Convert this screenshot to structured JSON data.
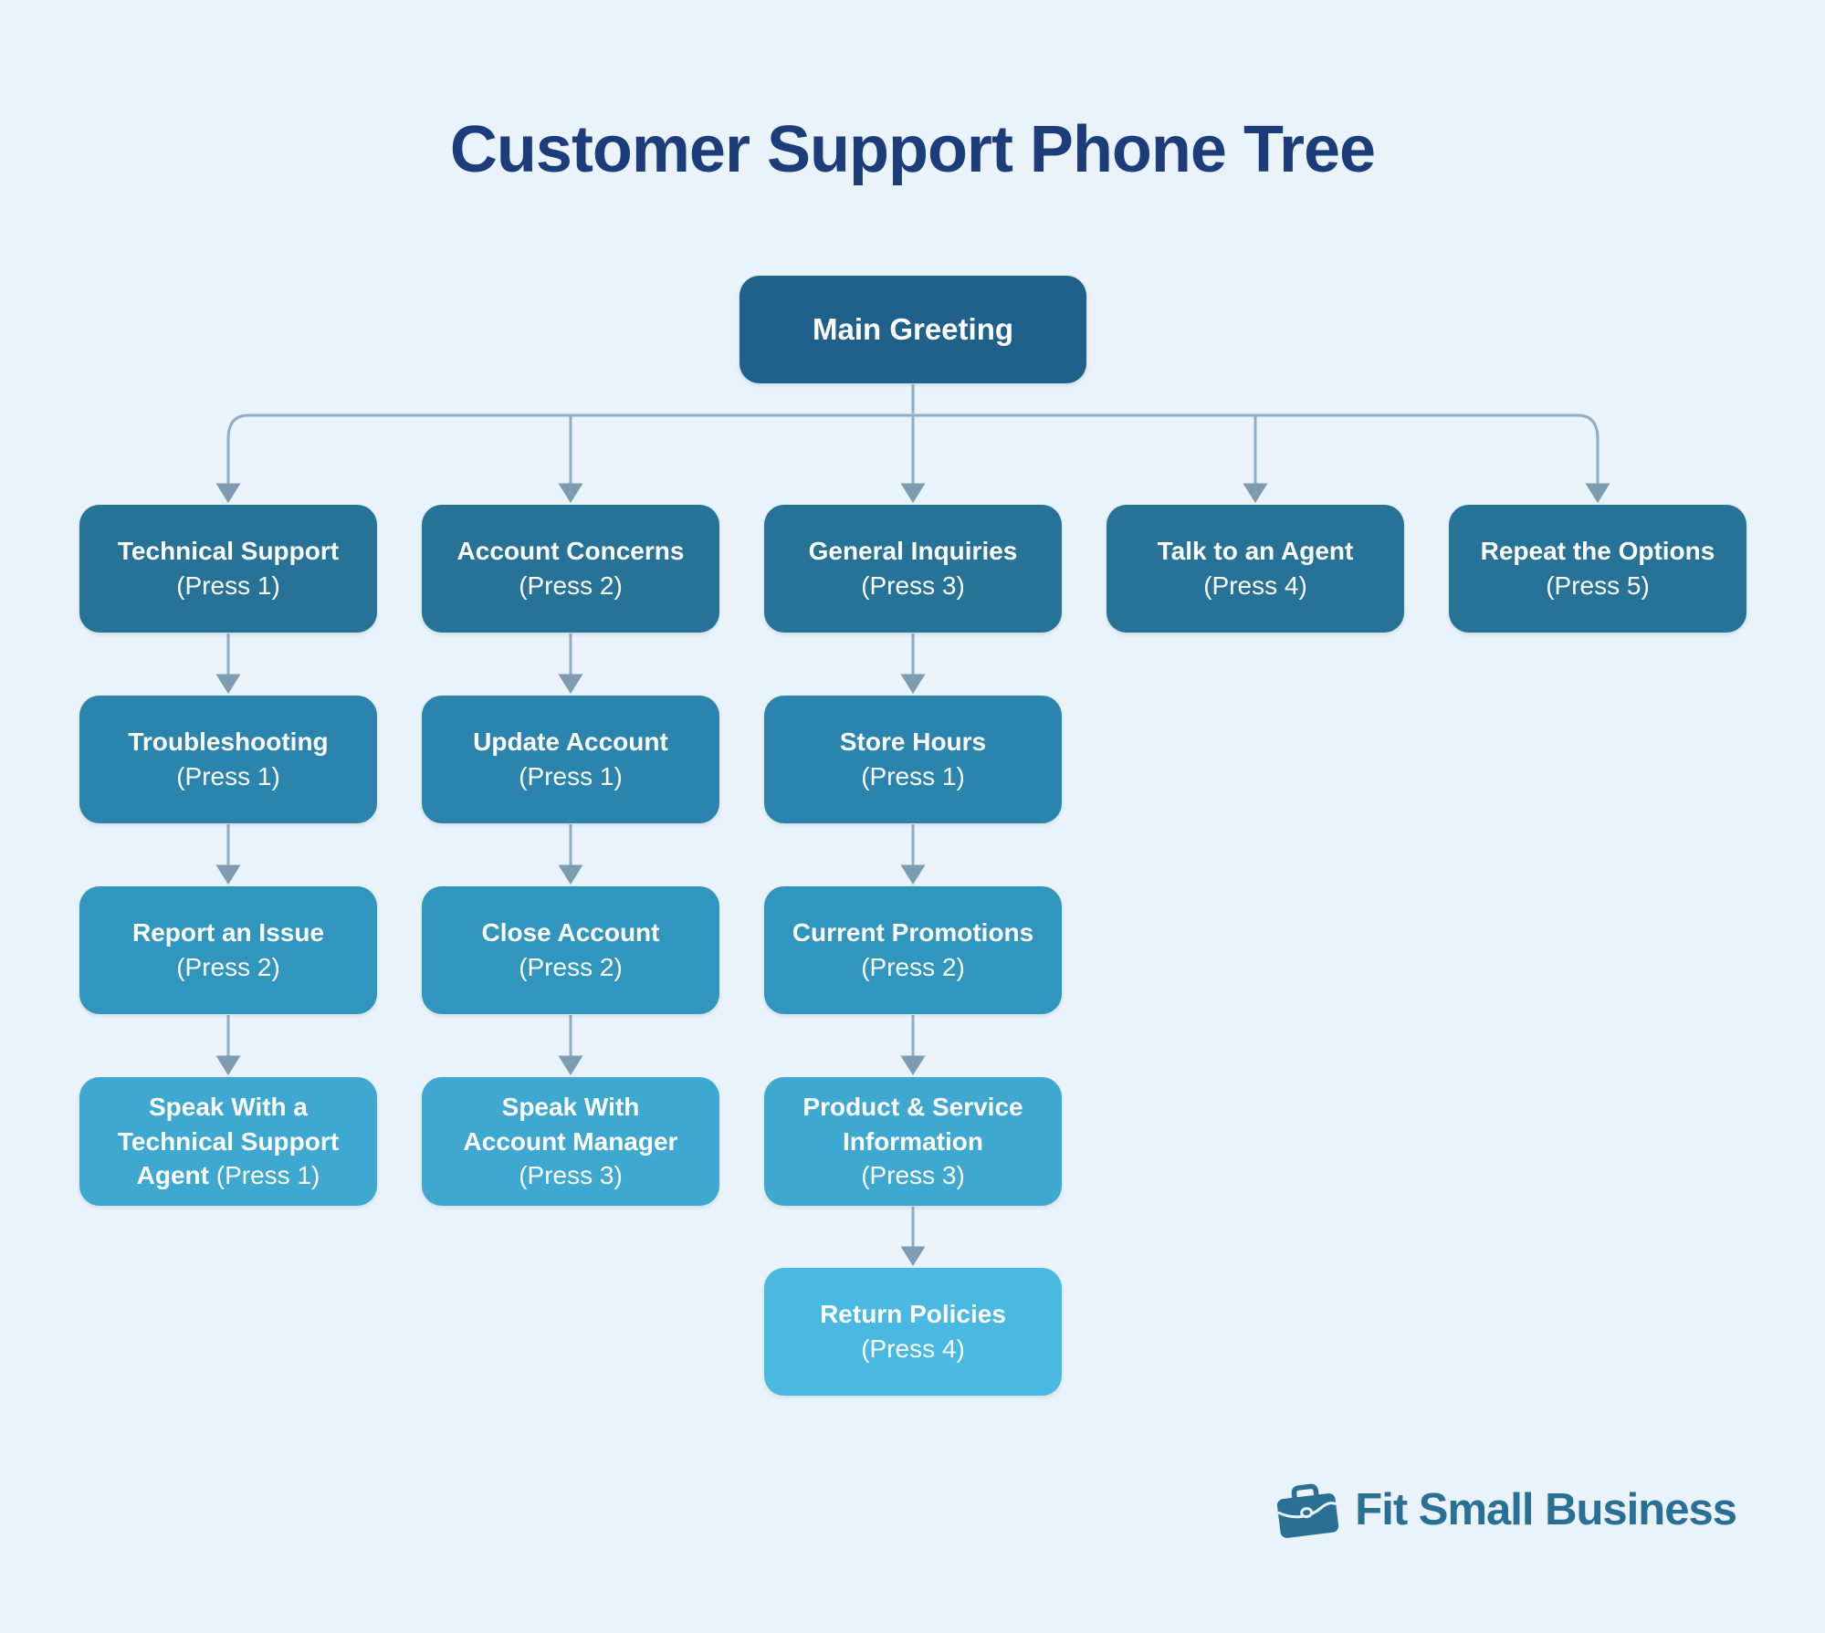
{
  "title": "Customer Support Phone Tree",
  "branding": {
    "name": "Fit Small Business",
    "icon": "briefcase-icon"
  },
  "colors": {
    "background": "#e9f3f9",
    "title_text": "#1c3d7a",
    "node_text": "#ffffff",
    "level_main": "#1f618a",
    "level_1": "#277397",
    "level_2": "#2a84ad",
    "level_3": "#3196bd",
    "level_4": "#3ea8d1",
    "level_5": "#49b9e1",
    "connector_line": "#8fadc4",
    "connector_arrow": "#7d9cb2",
    "brand_text": "#2a7095"
  },
  "nodes": {
    "main_greeting": {
      "label": "Main Greeting"
    },
    "technical_support": {
      "title": "Technical Support",
      "press": "(Press 1)"
    },
    "account_concerns": {
      "title": "Account Concerns",
      "press": "(Press 2)"
    },
    "general_inquiries": {
      "title": "General Inquiries",
      "press": "(Press 3)"
    },
    "talk_to_an_agent": {
      "title": "Talk to an Agent",
      "press": "(Press 4)"
    },
    "repeat_the_options": {
      "title": "Repeat the Options",
      "press": "(Press 5)"
    },
    "troubleshooting": {
      "title": "Troubleshooting",
      "press": "(Press 1)"
    },
    "update_account": {
      "title": "Update Account",
      "press": "(Press 1)"
    },
    "store_hours": {
      "title": "Store Hours",
      "press": "(Press 1)"
    },
    "report_an_issue": {
      "title": "Report an Issue",
      "press": "(Press 2)"
    },
    "close_account": {
      "title": "Close Account",
      "press": "(Press 2)"
    },
    "current_promotions": {
      "title": "Current Promotions",
      "press": "(Press 2)"
    },
    "speak_with_technical_support_agent": {
      "title": "Speak With a Technical Support Agent",
      "press": "(Press 1)"
    },
    "speak_with_account_manager": {
      "title": "Speak With Account Manager",
      "press": "(Press 3)"
    },
    "product_service_information": {
      "title": "Product & Service Information",
      "press": "(Press 3)"
    },
    "return_policies": {
      "title": "Return Policies",
      "press": "(Press 4)"
    }
  }
}
